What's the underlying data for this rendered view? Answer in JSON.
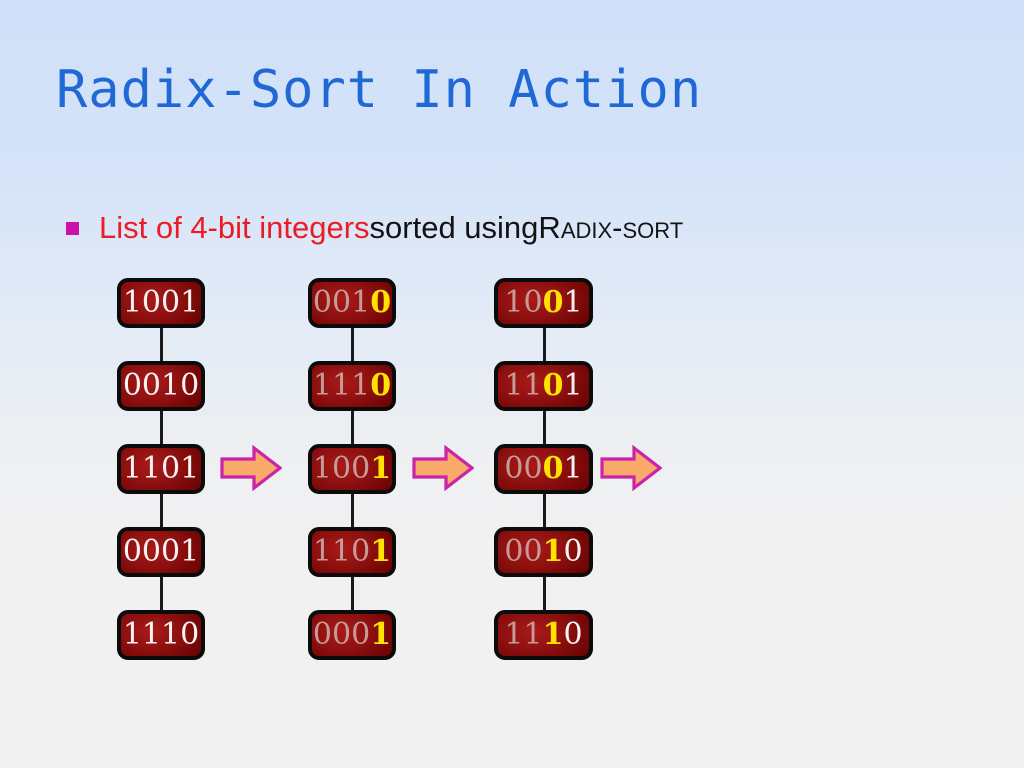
{
  "slide": {
    "title": "Radix-Sort In Action",
    "title_color": "#1f68d6",
    "background_top_color": "#cfe0f8",
    "background_bottom_color": "#f1f1f1"
  },
  "bullet": {
    "marker": "square-bullet",
    "marker_color": "#cc11aa",
    "text_red": "List of 4-bit integers",
    "text_red_color": "#ec1c24",
    "text_black_1": " sorted using ",
    "text_black_color": "#131313",
    "algorithm_name_lead": "R",
    "algorithm_name_rest": "ADIX-SORT",
    "full_text": "List of 4-bit integers sorted using Radix-Sort"
  },
  "diagram": {
    "node_fill_color": "#8f1110",
    "node_border_color": "#0b0b0b",
    "digit_color": "#f7f2f2",
    "digit_dim_color": "#c59a97",
    "digit_highlight_color": "#ffe300",
    "arrow_fill_color": "#f9a96a",
    "arrow_stroke_color": "#cc22aa",
    "columns": [
      {
        "name": "unsorted-list",
        "highlight_index": -1,
        "dim_before_highlight": false,
        "nodes": [
          {
            "value": "1001",
            "digits": [
              "1",
              "0",
              "0",
              "1"
            ]
          },
          {
            "value": "0010",
            "digits": [
              "0",
              "0",
              "1",
              "0"
            ]
          },
          {
            "value": "1101",
            "digits": [
              "1",
              "1",
              "0",
              "1"
            ]
          },
          {
            "value": "0001",
            "digits": [
              "0",
              "0",
              "0",
              "1"
            ]
          },
          {
            "value": "1110",
            "digits": [
              "1",
              "1",
              "1",
              "0"
            ]
          }
        ]
      },
      {
        "name": "sorted-by-bit-0",
        "highlight_index": 3,
        "dim_before_highlight": true,
        "nodes": [
          {
            "value": "0010",
            "digits": [
              "0",
              "0",
              "1",
              "0"
            ]
          },
          {
            "value": "1110",
            "digits": [
              "1",
              "1",
              "1",
              "0"
            ]
          },
          {
            "value": "1001",
            "digits": [
              "1",
              "0",
              "0",
              "1"
            ]
          },
          {
            "value": "1101",
            "digits": [
              "1",
              "1",
              "0",
              "1"
            ]
          },
          {
            "value": "0001",
            "digits": [
              "0",
              "0",
              "0",
              "1"
            ]
          }
        ]
      },
      {
        "name": "sorted-by-bit-1",
        "highlight_index": 2,
        "dim_before_highlight": true,
        "nodes": [
          {
            "value": "1001",
            "digits": [
              "1",
              "0",
              "0",
              "1"
            ]
          },
          {
            "value": "1101",
            "digits": [
              "1",
              "1",
              "0",
              "1"
            ]
          },
          {
            "value": "0001",
            "digits": [
              "0",
              "0",
              "0",
              "1"
            ]
          },
          {
            "value": "0010",
            "digits": [
              "0",
              "0",
              "1",
              "0"
            ]
          },
          {
            "value": "1110",
            "digits": [
              "1",
              "1",
              "1",
              "0"
            ]
          }
        ]
      }
    ],
    "arrows": [
      {
        "name": "arrow-step-1"
      },
      {
        "name": "arrow-step-2"
      },
      {
        "name": "arrow-step-3"
      }
    ]
  }
}
